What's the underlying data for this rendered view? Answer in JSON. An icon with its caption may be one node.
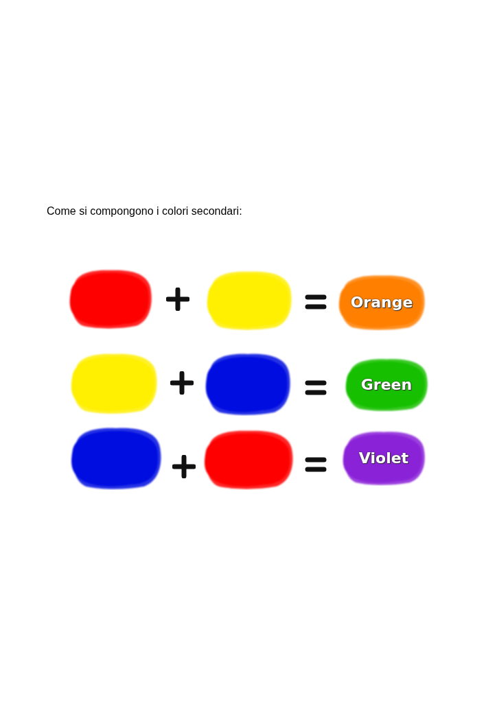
{
  "diagram": {
    "title": "Come si compongono i colori secondari:",
    "nodes": [
      {
        "text": [],
        "shape": "blob"
      },
      {
        "text": [],
        "shape": "blob"
      },
      {
        "text": [
          "Orange"
        ]
      },
      {
        "text": [],
        "shape": "blob"
      },
      {
        "text": [],
        "shape": "blob"
      },
      {
        "text": [
          "Green"
        ]
      },
      {
        "text": [],
        "shape": "blob"
      },
      {
        "text": [],
        "shape": "blob"
      },
      {
        "text": [
          "Violet"
        ]
      }
    ]
  }
}
